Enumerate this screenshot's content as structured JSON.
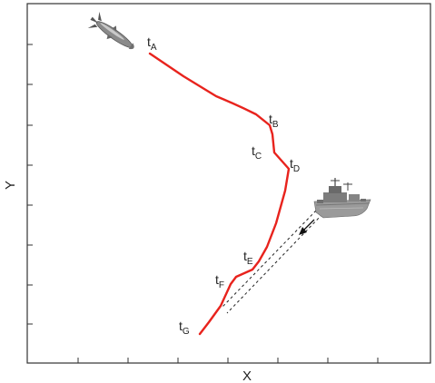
{
  "axes": {
    "x_label": "X",
    "y_label": "Y"
  },
  "trajectory": {
    "color": "#e8231d",
    "points": {
      "A": {
        "label": "t",
        "sub": "A"
      },
      "B": {
        "label": "t",
        "sub": "B"
      },
      "C": {
        "label": "t",
        "sub": "C"
      },
      "D": {
        "label": "t",
        "sub": "D"
      },
      "E": {
        "label": "t",
        "sub": "E"
      },
      "F": {
        "label": "t",
        "sub": "F"
      },
      "G": {
        "label": "t",
        "sub": "G"
      }
    }
  },
  "icons": {
    "missile": "missile-icon",
    "ship": "warship-icon",
    "arrow": "arrow-icon"
  },
  "colors": {
    "trajectory": "#e8231d",
    "frame": "#333333",
    "ship": "#9a9a9a",
    "missile": "#8a8a8a"
  }
}
